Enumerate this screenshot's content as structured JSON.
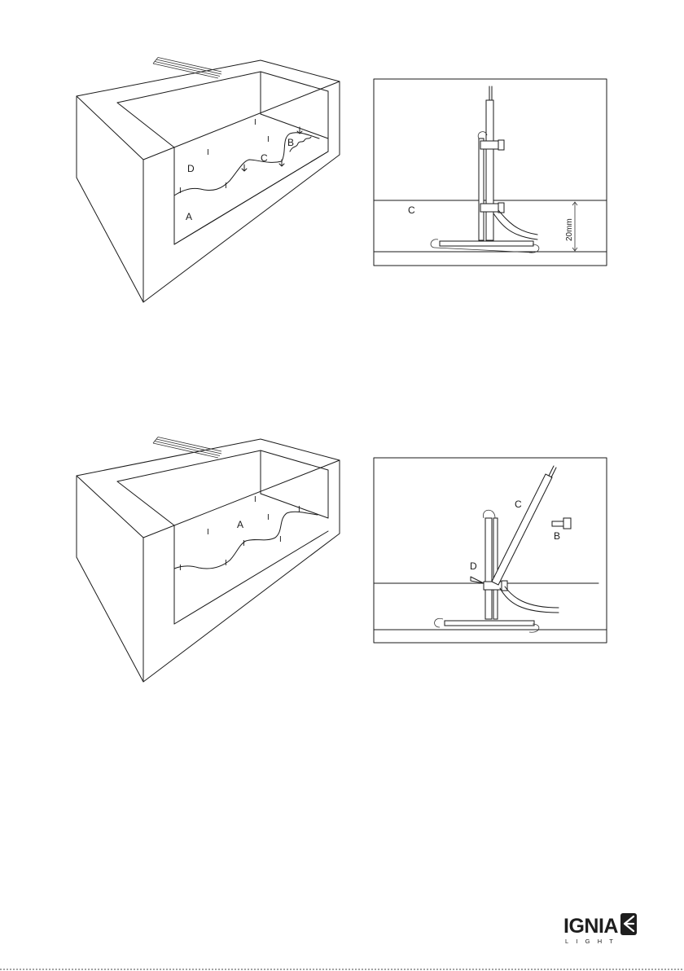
{
  "figure1": {
    "labels": {
      "a": "A",
      "b": "B",
      "c": "C",
      "d": "D",
      "marker": "I"
    }
  },
  "figure2": {
    "labels": {
      "c": "C",
      "dimension": "20mm"
    }
  },
  "figure3": {
    "labels": {
      "a": "A",
      "marker": "I"
    }
  },
  "figure4": {
    "labels": {
      "b": "B",
      "c": "C",
      "d": "D"
    }
  },
  "brand": {
    "name": "IGNIA",
    "tagline": "LIGHT",
    "colors": {
      "ink": "#1e1e1e"
    },
    "icon": "ignia-logo-icon"
  }
}
